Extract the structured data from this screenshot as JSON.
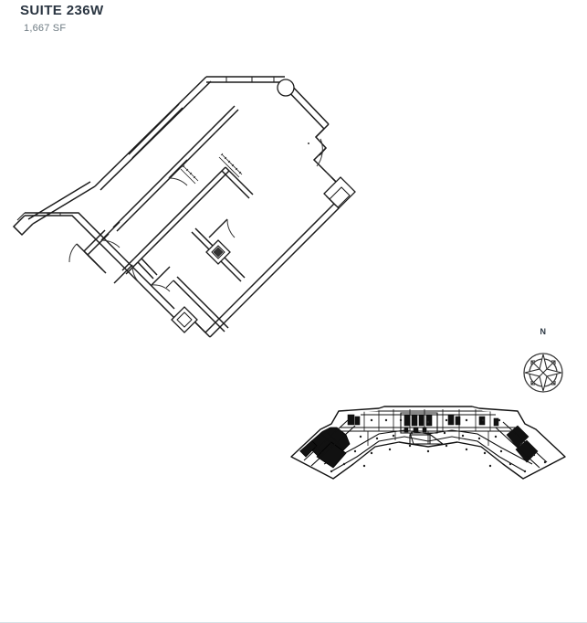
{
  "header": {
    "suite_title": "SUITE 236W",
    "suite_area": "1,667 SF",
    "title_color": "#2b3642",
    "area_color": "#6d7a82"
  },
  "compass": {
    "north_label": "N",
    "name": "compass-rose",
    "color": "#2e2e2e"
  },
  "floor_plan": {
    "name": "suite-floor-plan",
    "description": "Angled (45 degree rotated) suite floor plan outline with interior partition walls, five door swings, one round column at the north corner, and two hatched cased openings.",
    "line_color": "#1b1b1b",
    "fill_color": "#ffffff",
    "door_count": 5,
    "column_count": 1
  },
  "key_plan": {
    "name": "building-key-plan",
    "description": "Small scale plan of the entire building floor, curved wing-shaped footprint with central core; the suite location is filled solid black on the left wing.",
    "highlight_color": "#111111",
    "outline_color": "#111111",
    "highlighted_wing": "left"
  },
  "page": {
    "background": "#ffffff",
    "border_color": "#d7e2e6"
  }
}
